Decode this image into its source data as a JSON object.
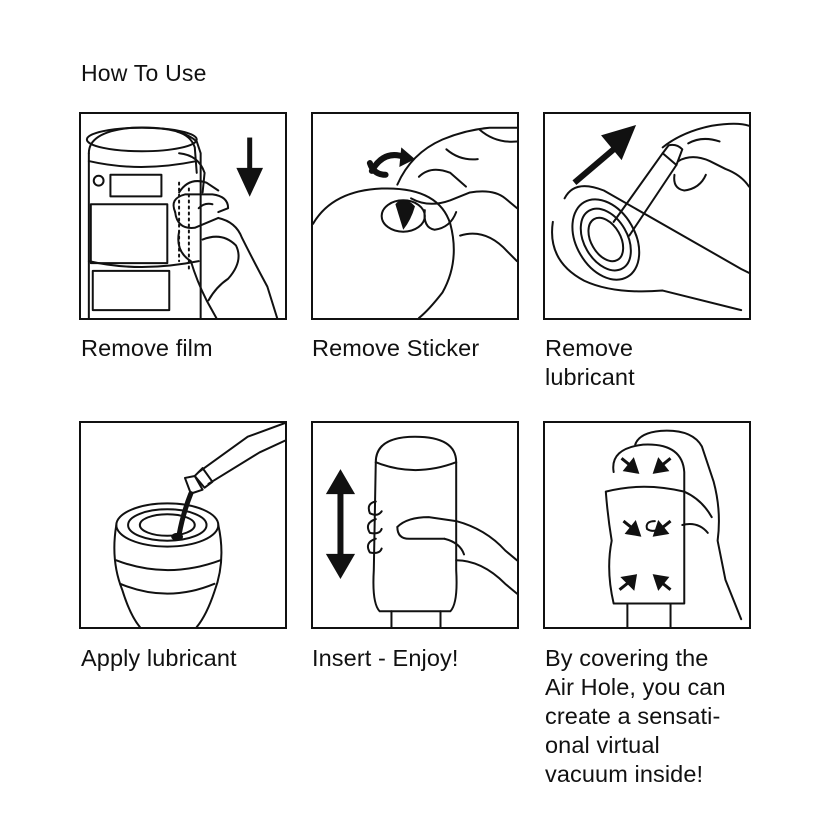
{
  "title": "How To Use",
  "steps": [
    {
      "caption": "Remove film",
      "icon": "remove-film-illustration"
    },
    {
      "caption": "Remove Sticker",
      "icon": "remove-sticker-illustration"
    },
    {
      "caption": "Remove\nlubricant",
      "icon": "remove-lubricant-illustration"
    },
    {
      "caption": "Apply lubricant",
      "icon": "apply-lubricant-illustration"
    },
    {
      "caption": "Insert - Enjoy!",
      "icon": "insert-illustration"
    },
    {
      "caption": "By covering the\nAir Hole, you can\ncreate a sensati-\nonal virtual\nvacuum inside!",
      "icon": "air-hole-illustration"
    }
  ]
}
